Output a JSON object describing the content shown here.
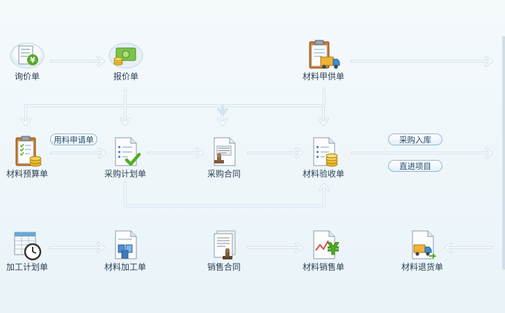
{
  "nodes": {
    "inquiry": {
      "label": "询价单",
      "icon": "inquiry-form-icon"
    },
    "quotation": {
      "label": "报价单",
      "icon": "quotation-money-icon"
    },
    "material_supply": {
      "label": "材料甲供单",
      "icon": "material-supply-truck-icon"
    },
    "material_budget": {
      "label": "材料预算单",
      "icon": "material-budget-clipboard-icon"
    },
    "purchase_plan": {
      "label": "采购计划单",
      "icon": "purchase-plan-check-icon"
    },
    "purchase_contract": {
      "label": "采购合同",
      "icon": "purchase-contract-stamp-icon"
    },
    "material_acceptance": {
      "label": "材料验收单",
      "icon": "material-acceptance-coins-icon"
    },
    "processing_plan": {
      "label": "加工计划单",
      "icon": "processing-plan-clock-icon"
    },
    "material_processing": {
      "label": "材料加工单",
      "icon": "material-processing-docs-icon"
    },
    "sales_contract": {
      "label": "销售合同",
      "icon": "sales-contract-stamp-icon"
    },
    "material_sales": {
      "label": "材料销售单",
      "icon": "material-sales-yen-icon"
    },
    "material_return": {
      "label": "材料退货单",
      "icon": "material-return-truck-icon"
    }
  },
  "pills": {
    "material_request": "用料申请单",
    "purchase_inbound": "采购入库",
    "direct_project": "直进项目"
  },
  "colors": {
    "flow_line": "#d3e3ee",
    "pill_border": "#8fb5d3",
    "label_text": "#2a3f52",
    "check_green": "#4caf1f",
    "coin_gold": "#e9b426"
  }
}
